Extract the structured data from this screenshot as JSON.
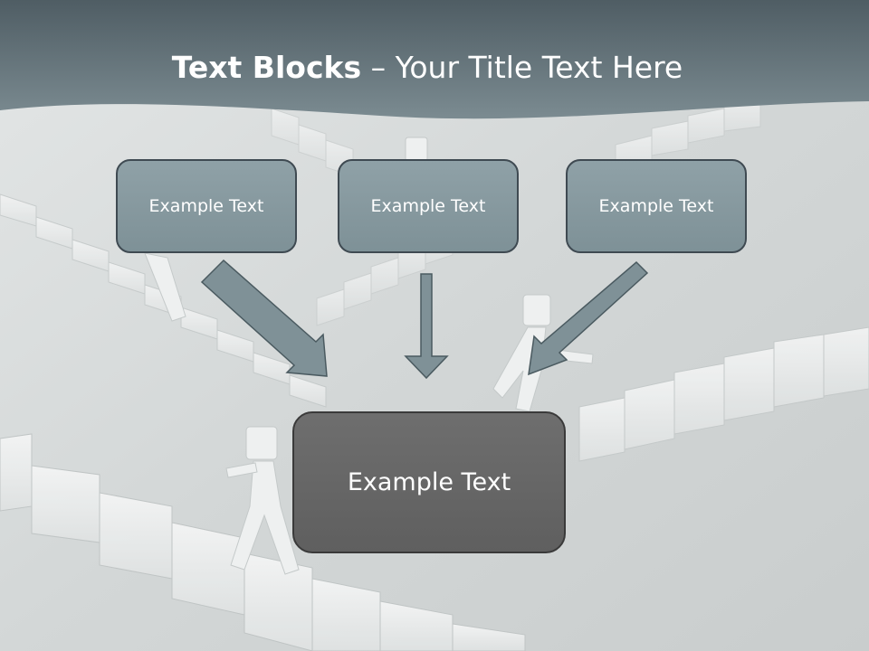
{
  "slide": {
    "title_bold": "Text Blocks",
    "title_dash": " – ",
    "title_rest": "Your Title Text Here",
    "boxes": [
      "Example Text",
      "Example Text",
      "Example Text"
    ],
    "center_box": "Example Text"
  },
  "colors": {
    "header": "#5f6f76",
    "box_fill": "#8a9ca2",
    "center_fill": "#666666",
    "arrow_fill": "#7f9197",
    "background": "#d9dcdc"
  }
}
